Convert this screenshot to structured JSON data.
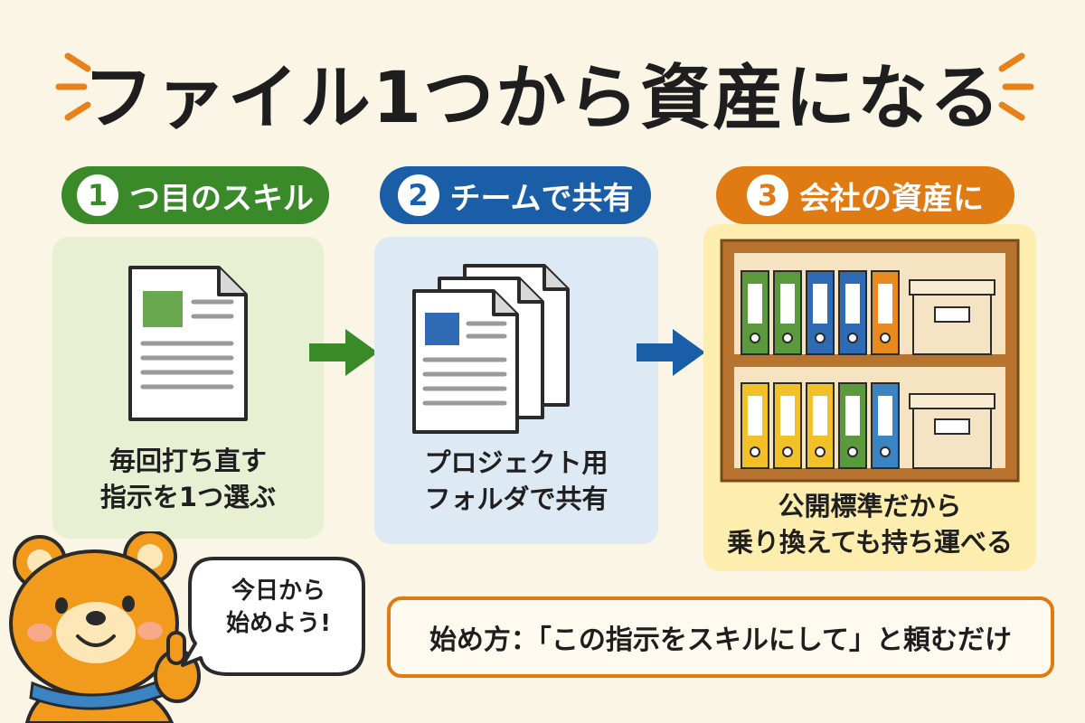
{
  "title": "ファイル1つから資産になる",
  "steps": [
    {
      "number": "1",
      "label": "つ目のスキル",
      "caption_line1": "毎回打ち直す",
      "caption_line2": "指示を1つ選ぶ",
      "color": "#3a8a2a"
    },
    {
      "number": "2",
      "label": "チームで共有",
      "caption_line1": "プロジェクト用",
      "caption_line2": "フォルダで共有",
      "color": "#1a5ea8"
    },
    {
      "number": "3",
      "label": "会社の資産に",
      "caption_line1": "公開標準だから",
      "caption_line2": "乗り換えても持ち運べる",
      "color": "#e07b14"
    }
  ],
  "mascot": {
    "bubble_line1": "今日から",
    "bubble_line2": "始めよう!"
  },
  "how_to_start": "始め方：「この指示をスキルにして」と頼むだけ",
  "colors": {
    "background": "#fbf5e6",
    "green": "#3a8a2a",
    "blue": "#1a5ea8",
    "orange": "#e07b14",
    "panel_green": "#e8f0d4",
    "panel_blue": "#dde9f3",
    "panel_yellow": "#fdeeb0"
  },
  "icons": [
    "document-icon",
    "stacked-documents-icon",
    "bookshelf-icon",
    "arrow-right-icon",
    "bear-mascot",
    "speech-bubble"
  ]
}
